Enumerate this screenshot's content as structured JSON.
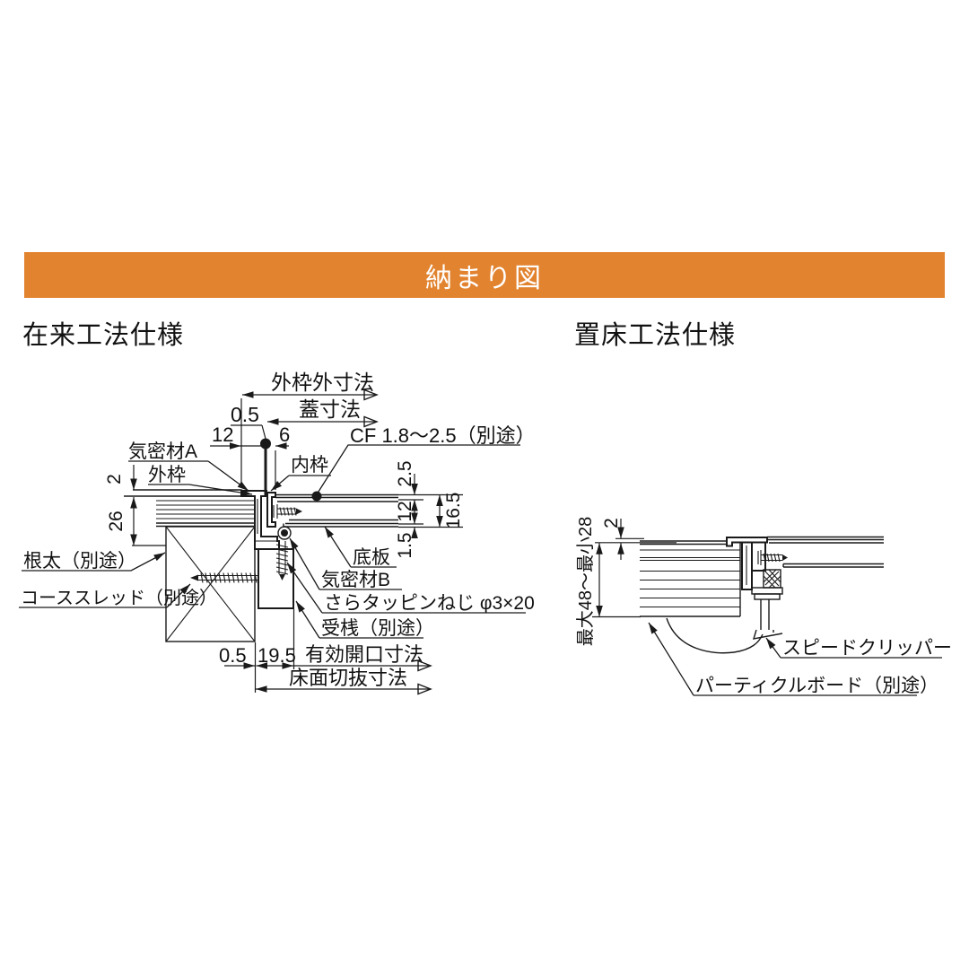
{
  "banner": {
    "title": "納まり図"
  },
  "colors": {
    "accent": "#E2832F",
    "line": "#1a1a1a",
    "text": "#111111"
  },
  "left": {
    "title": "在来工法仕様",
    "dims": {
      "outer_width": "外枠外寸法",
      "lid_width": "蓋寸法",
      "gap_top": "0.5",
      "offset_12": "12",
      "offset_6": "6",
      "cf": "CF 1.8〜2.5（別途）",
      "step_2": "2",
      "frame_h_26": "26",
      "layer_2_5": "2.5",
      "layer_12": "12",
      "layer_1_5": "1.5",
      "total_16_5": "16.5",
      "gap_bottom": "0.5",
      "lip_19_5": "19.5",
      "effective_opening": "有効開口寸法",
      "floor_cutout": "床面切抜寸法"
    },
    "parts": {
      "airtight_a": "気密材A",
      "outer_frame": "外枠",
      "inner_frame": "内枠",
      "joist": "根太（別途）",
      "bottom_plate": "底板",
      "airtight_b": "気密材B",
      "coarse_thread_screw": "コーススレッド（別途）",
      "tapping_screw": "さらタッピンねじ φ3×20",
      "support_batten": "受桟（別途）"
    }
  },
  "right": {
    "title": "置床工法仕様",
    "dims": {
      "step_2": "2",
      "height_range": "最大48〜最小28"
    },
    "parts": {
      "speed_clipper": "スピードクリッパー",
      "particle_board": "パーティクルボード（別途）"
    }
  }
}
